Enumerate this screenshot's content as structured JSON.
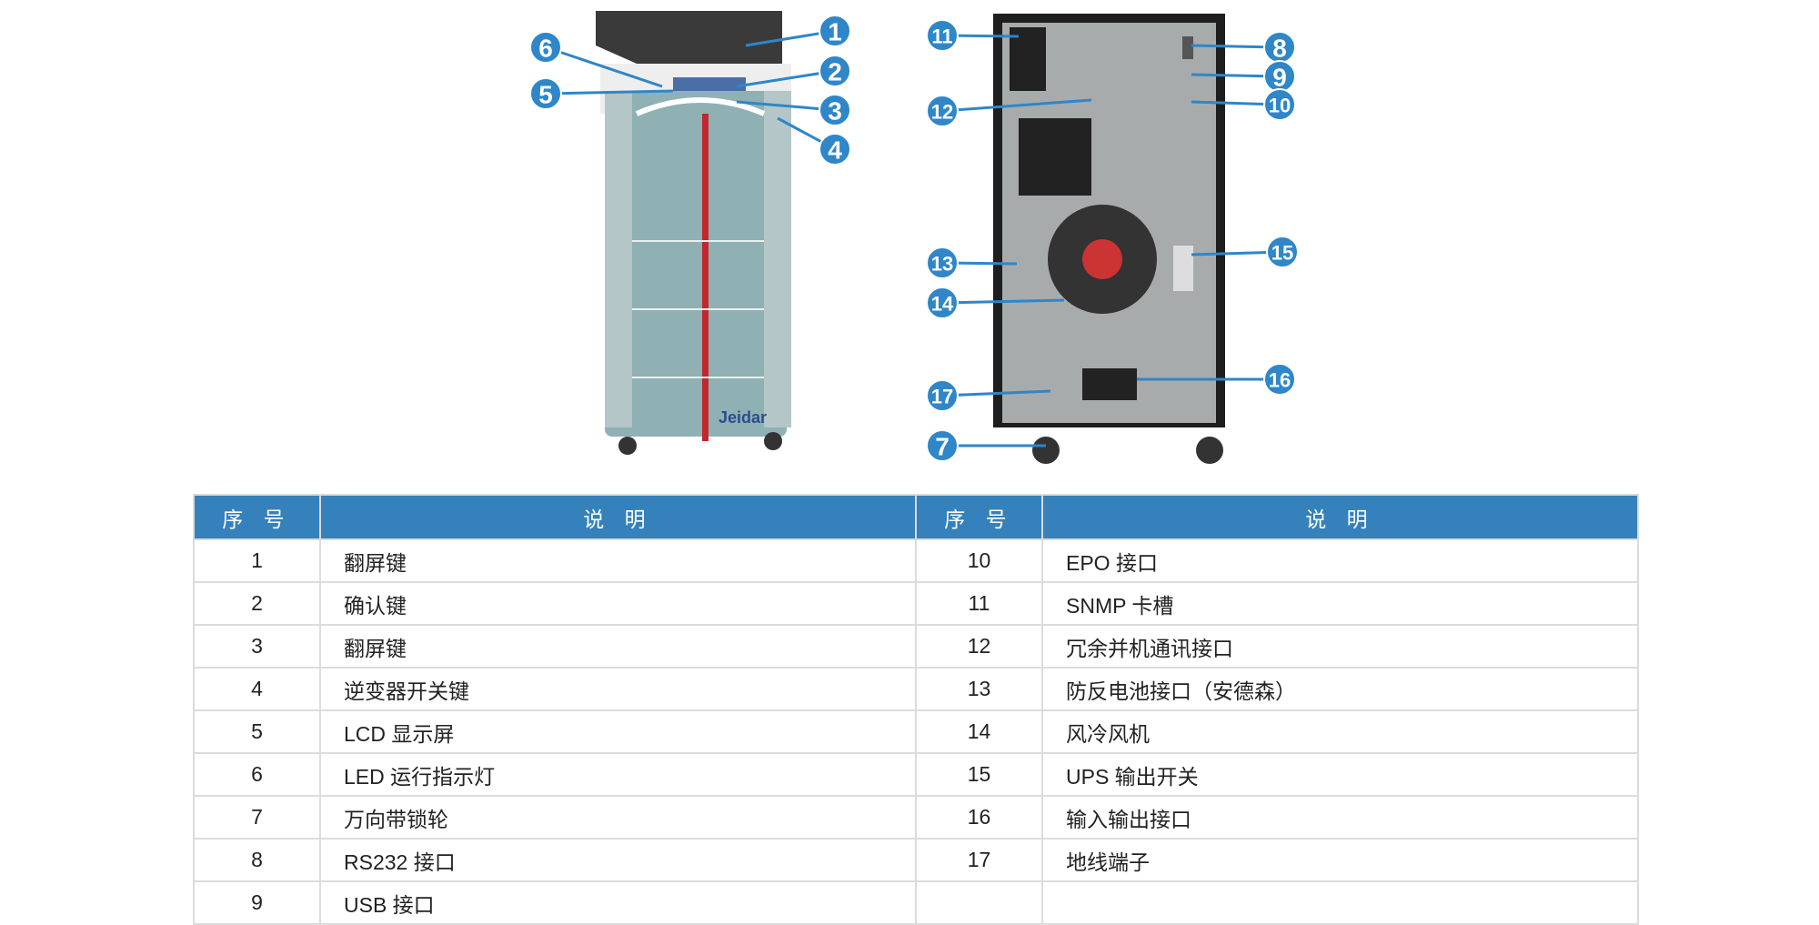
{
  "figure": {
    "brand": "Jeidar",
    "callouts": [
      "1",
      "2",
      "3",
      "4",
      "5",
      "6",
      "7",
      "8",
      "9",
      "10",
      "11",
      "12",
      "13",
      "14",
      "15",
      "16",
      "17"
    ]
  },
  "table": {
    "headers": [
      "序 号",
      "说 明",
      "序 号",
      "说 明"
    ],
    "rows": [
      {
        "n1": "1",
        "d1": "翻屏键",
        "n2": "10",
        "d2": "EPO 接口"
      },
      {
        "n1": "2",
        "d1": "确认键",
        "n2": "11",
        "d2": "SNMP 卡槽"
      },
      {
        "n1": "3",
        "d1": "翻屏键",
        "n2": "12",
        "d2": "冗余并机通讯接口"
      },
      {
        "n1": "4",
        "d1": "逆变器开关键",
        "n2": "13",
        "d2": "防反电池接口（安德森）"
      },
      {
        "n1": "5",
        "d1": "LCD 显示屏",
        "n2": "14",
        "d2": "风冷风机"
      },
      {
        "n1": "6",
        "d1": "LED 运行指示灯",
        "n2": "15",
        "d2": "UPS 输出开关"
      },
      {
        "n1": "7",
        "d1": "万向带锁轮",
        "n2": "16",
        "d2": "输入输出接口"
      },
      {
        "n1": "8",
        "d1": "RS232 接口",
        "n2": "17",
        "d2": "地线端子"
      },
      {
        "n1": "9",
        "d1": "USB 接口",
        "n2": "",
        "d2": ""
      }
    ]
  }
}
